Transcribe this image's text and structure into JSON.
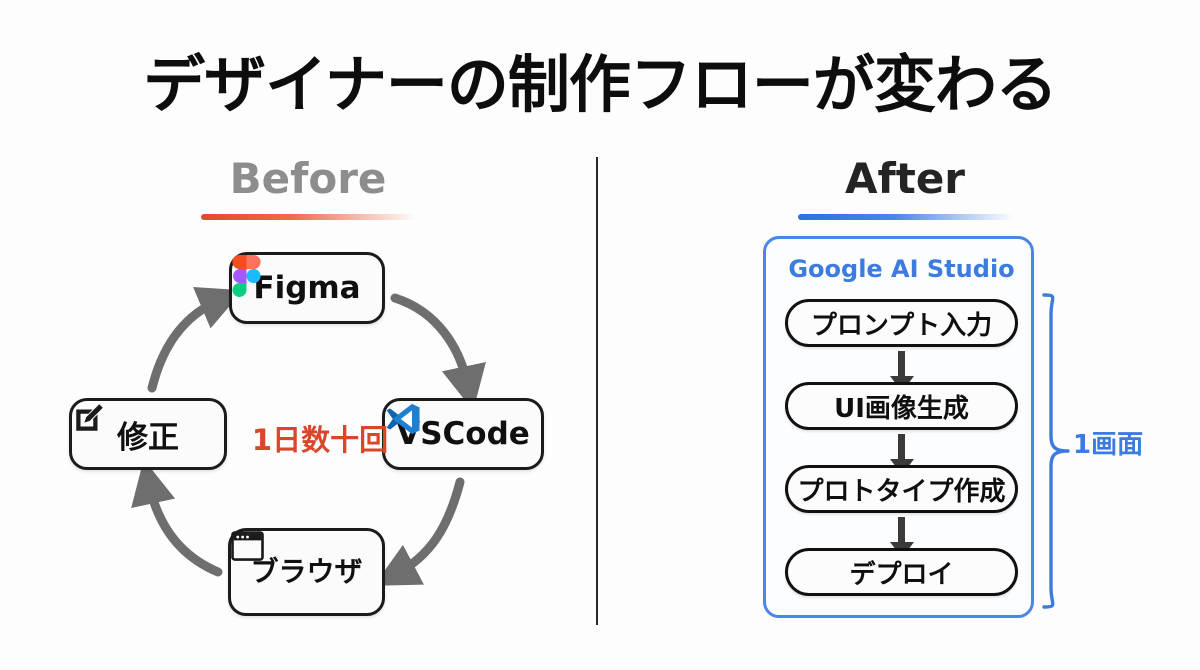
{
  "slide": {
    "title": "デザイナーの制作フローが変わる",
    "divider": "vertical-divider"
  },
  "before": {
    "heading": "Before",
    "heading_color": "#8d8d8d",
    "rule_color": "#e04a2f",
    "center_note": "1日数十回",
    "center_note_color": "#d9472a",
    "nodes": [
      {
        "id": "figma",
        "label": "Figma",
        "icon": "figma-logo-icon"
      },
      {
        "id": "vscode",
        "label": "VSCode",
        "icon": "vscode-logo-icon"
      },
      {
        "id": "browser",
        "label": "ブラウザ",
        "icon": "browser-window-icon"
      },
      {
        "id": "fix",
        "label": "修正",
        "icon": "edit-pencil-icon"
      }
    ],
    "arrows": [
      "figma-to-vscode",
      "vscode-to-browser",
      "browser-to-fix",
      "fix-to-figma"
    ],
    "arrow_color": "#6e6e6e"
  },
  "after": {
    "heading": "After",
    "heading_color": "#242424",
    "rule_color": "#4a86e8",
    "panel_title": "Google AI Studio",
    "panel_border_color": "#4a86e8",
    "steps": [
      {
        "label": "プロンプト入力"
      },
      {
        "label": "UI画像生成"
      },
      {
        "label": "プロトタイプ作成"
      },
      {
        "label": "デプロイ"
      }
    ],
    "brace_label": "1画面",
    "brace_color": "#4a86e8"
  }
}
